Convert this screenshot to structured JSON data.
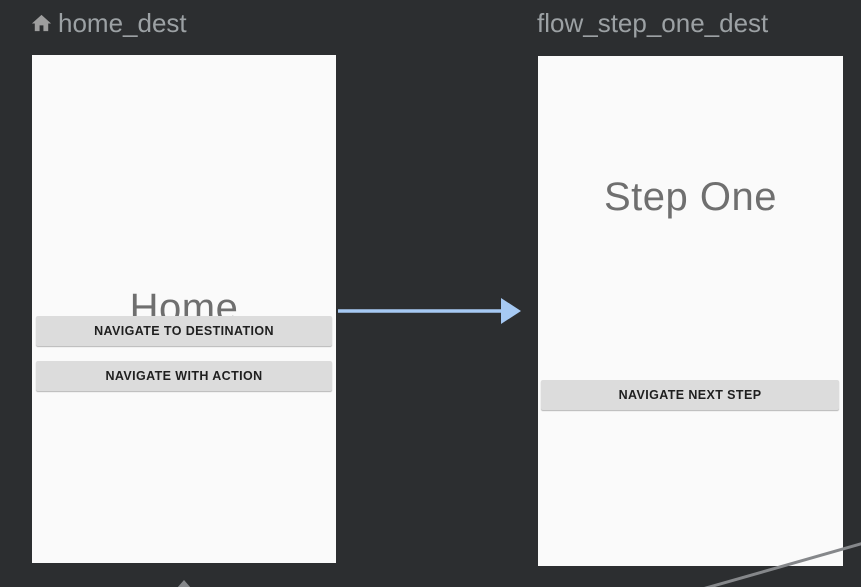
{
  "editor": {
    "name": "navigation-graph",
    "background": "#2c2e30"
  },
  "destinations": [
    {
      "header": {
        "label": "home_dest",
        "icon": "home-icon",
        "is_start_destination": true
      },
      "preview": {
        "title": "Home",
        "buttons": [
          "NAVIGATE TO DESTINATION",
          "NAVIGATE WITH ACTION"
        ]
      }
    },
    {
      "header": {
        "label": "flow_step_one_dest",
        "is_start_destination": false
      },
      "preview": {
        "title": "Step One",
        "buttons": [
          "NAVIGATE NEXT STEP"
        ]
      }
    }
  ],
  "edges": {
    "action": {
      "from": "home_dest",
      "to": "flow_step_one_dest",
      "color": "#a6c9f3"
    },
    "incoming_arrowhead": {
      "color": "#85878a",
      "direction": "up"
    },
    "diagonal_edge": {
      "color": "#85878a",
      "direction": "bottom-right"
    }
  },
  "colors": {
    "background": "#2c2e30",
    "card_bg": "#fafafa",
    "button_bg": "#dcdcdc",
    "button_text": "#1f1f1f",
    "title_text": "#6f6f6f",
    "header_text": "#9ca1a4",
    "header_icon": "#9e9e9e",
    "action_arrow": "#a6c9f3",
    "edge_gray": "#85878a"
  }
}
